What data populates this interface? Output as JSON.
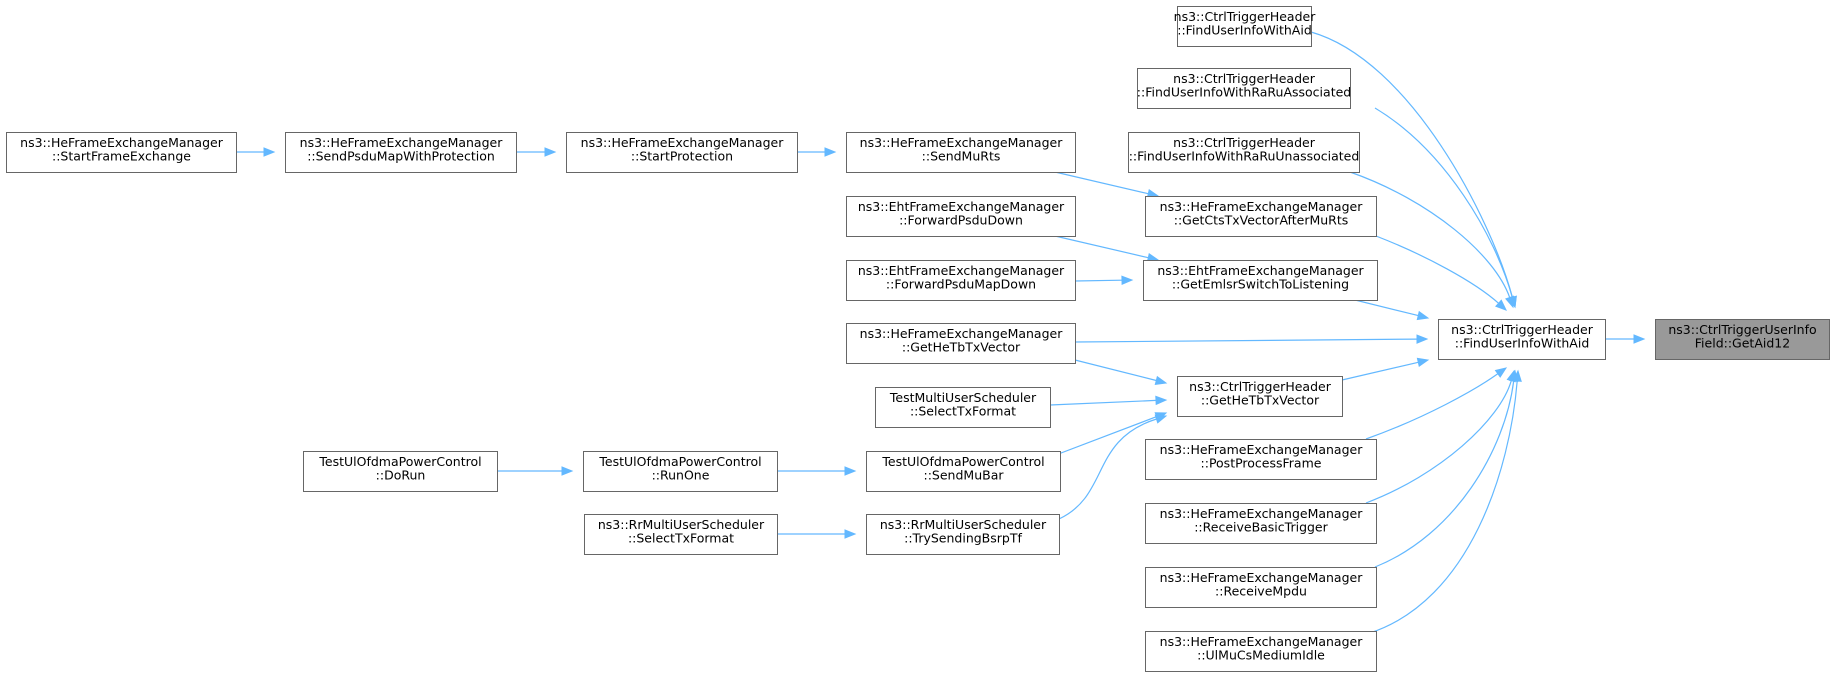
{
  "colors": {
    "edge": "#63b8ff",
    "node_border": "#666666",
    "node_fill": "#ffffff",
    "focus_fill": "#999999"
  },
  "graph": {
    "focus_node": "ns3-ctrltriggeruserinfofield-getaid12",
    "nodes": [
      {
        "id": "ns3-ctrltriggeruserinfofield-getaid12",
        "lines": [
          "ns3::CtrlTriggerUserInfo",
          "Field::GetAid12"
        ]
      },
      {
        "id": "ns3-ctrltriggerheader-finduserinfowithaid",
        "lines": [
          "ns3::CtrlTriggerHeader",
          "::FindUserInfoWithAid"
        ]
      },
      {
        "id": "ns3-ctrltriggerheader-finduserinfowithaid-overload",
        "lines": [
          "ns3::CtrlTriggerHeader",
          "::FindUserInfoWithAid"
        ]
      },
      {
        "id": "ns3-ctrltriggerheader-finduserinfowithraruassociated",
        "lines": [
          "ns3::CtrlTriggerHeader",
          "::FindUserInfoWithRaRuAssociated"
        ]
      },
      {
        "id": "ns3-ctrltriggerheader-finduserinfowithraruunassociated",
        "lines": [
          "ns3::CtrlTriggerHeader",
          "::FindUserInfoWithRaRuUnassociated"
        ]
      },
      {
        "id": "ns3-heframeexchangemanager-getctstxvectoraftermurts",
        "lines": [
          "ns3::HeFrameExchangeManager",
          "::GetCtsTxVectorAfterMuRts"
        ]
      },
      {
        "id": "ns3-ehtframeexchangemanager-getemlsrswitchtolistening",
        "lines": [
          "ns3::EhtFrameExchangeManager",
          "::GetEmlsrSwitchToListening"
        ]
      },
      {
        "id": "ns3-heframeexchangemanager-gethetbtxvector",
        "lines": [
          "ns3::HeFrameExchangeManager",
          "::GetHeTbTxVector"
        ]
      },
      {
        "id": "ns3-ctrltriggerheader-gethetbtxvector",
        "lines": [
          "ns3::CtrlTriggerHeader",
          "::GetHeTbTxVector"
        ]
      },
      {
        "id": "ns3-heframeexchangemanager-postprocessframe",
        "lines": [
          "ns3::HeFrameExchangeManager",
          "::PostProcessFrame"
        ]
      },
      {
        "id": "ns3-heframeexchangemanager-receivebasictrigger",
        "lines": [
          "ns3::HeFrameExchangeManager",
          "::ReceiveBasicTrigger"
        ]
      },
      {
        "id": "ns3-heframeexchangemanager-receivempdu",
        "lines": [
          "ns3::HeFrameExchangeManager",
          "::ReceiveMpdu"
        ]
      },
      {
        "id": "ns3-heframeexchangemanager-ulmucsmediumidle",
        "lines": [
          "ns3::HeFrameExchangeManager",
          "::UlMuCsMediumIdle"
        ]
      },
      {
        "id": "ns3-heframeexchangemanager-sendmurts",
        "lines": [
          "ns3::HeFrameExchangeManager",
          "::SendMuRts"
        ]
      },
      {
        "id": "ns3-heframeexchangemanager-startprotection",
        "lines": [
          "ns3::HeFrameExchangeManager",
          "::StartProtection"
        ]
      },
      {
        "id": "ns3-heframeexchangemanager-sendpsdumapwithprotection",
        "lines": [
          "ns3::HeFrameExchangeManager",
          "::SendPsduMapWithProtection"
        ]
      },
      {
        "id": "ns3-heframeexchangemanager-startframeexchange",
        "lines": [
          "ns3::HeFrameExchangeManager",
          "::StartFrameExchange"
        ]
      },
      {
        "id": "ns3-ehtframeexchangemanager-forwardpsdudown",
        "lines": [
          "ns3::EhtFrameExchangeManager",
          "::ForwardPsduDown"
        ]
      },
      {
        "id": "ns3-ehtframeexchangemanager-forwardpsdumapdown",
        "lines": [
          "ns3::EhtFrameExchangeManager",
          "::ForwardPsduMapDown"
        ]
      },
      {
        "id": "testmultiuserscheduler-selecttxformat",
        "lines": [
          "TestMultiUserScheduler",
          "::SelectTxFormat"
        ]
      },
      {
        "id": "testulofdmapowercontrol-sendmubar",
        "lines": [
          "TestUlOfdmaPowerControl",
          "::SendMuBar"
        ]
      },
      {
        "id": "ns3-rrmultiuserscheduler-trysendingbsrptf",
        "lines": [
          "ns3::RrMultiUserScheduler",
          "::TrySendingBsrpTf"
        ]
      },
      {
        "id": "testulofdmapowercontrol-runone",
        "lines": [
          "TestUlOfdmaPowerControl",
          "::RunOne"
        ]
      },
      {
        "id": "testulofdmapowercontrol-dorun",
        "lines": [
          "TestUlOfdmaPowerControl",
          "::DoRun"
        ]
      },
      {
        "id": "ns3-rrmultiuserscheduler-selecttxformat",
        "lines": [
          "ns3::RrMultiUserScheduler",
          "::SelectTxFormat"
        ]
      }
    ]
  }
}
